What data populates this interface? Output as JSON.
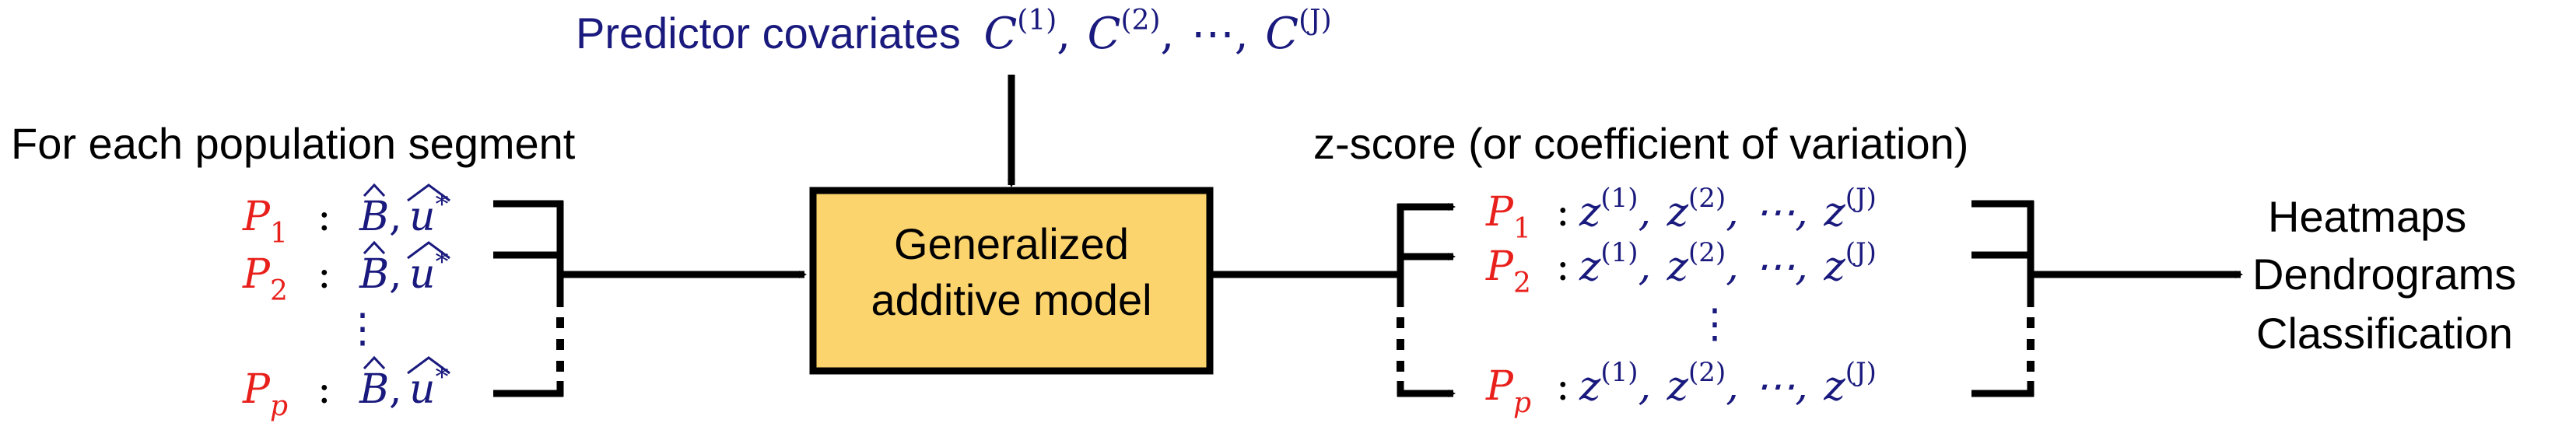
{
  "colors": {
    "blue": "#1a1a7e",
    "red": "#e8201c",
    "black": "#000000",
    "box_fill": "#fcd46e"
  },
  "covariates": {
    "prefix": "Predictor covariates",
    "c": "C",
    "sup1": "(1)",
    "sup2": "(2)",
    "supJ": "(J)",
    "sep": ",",
    "dots": "⋯"
  },
  "left": {
    "heading": "For each population segment",
    "p": "P",
    "sub1": "1",
    "sub2": "2",
    "subp": "p",
    "colon": ":",
    "b": "B",
    "u": "u",
    "star": "*",
    "comma": ",",
    "vdots": "⋮"
  },
  "model": {
    "line1": "Generalized",
    "line2": "additive model"
  },
  "right": {
    "heading": "z-score (or coefficient of variation)",
    "z": "z",
    "sup1": "(1)",
    "sup2": "(2)",
    "supJ": "(J)",
    "comma": ",",
    "dots": "⋯",
    "vdots": "⋮"
  },
  "outputs": {
    "item1": "Heatmaps",
    "item2": "Dendrograms",
    "item3": "Classification"
  }
}
